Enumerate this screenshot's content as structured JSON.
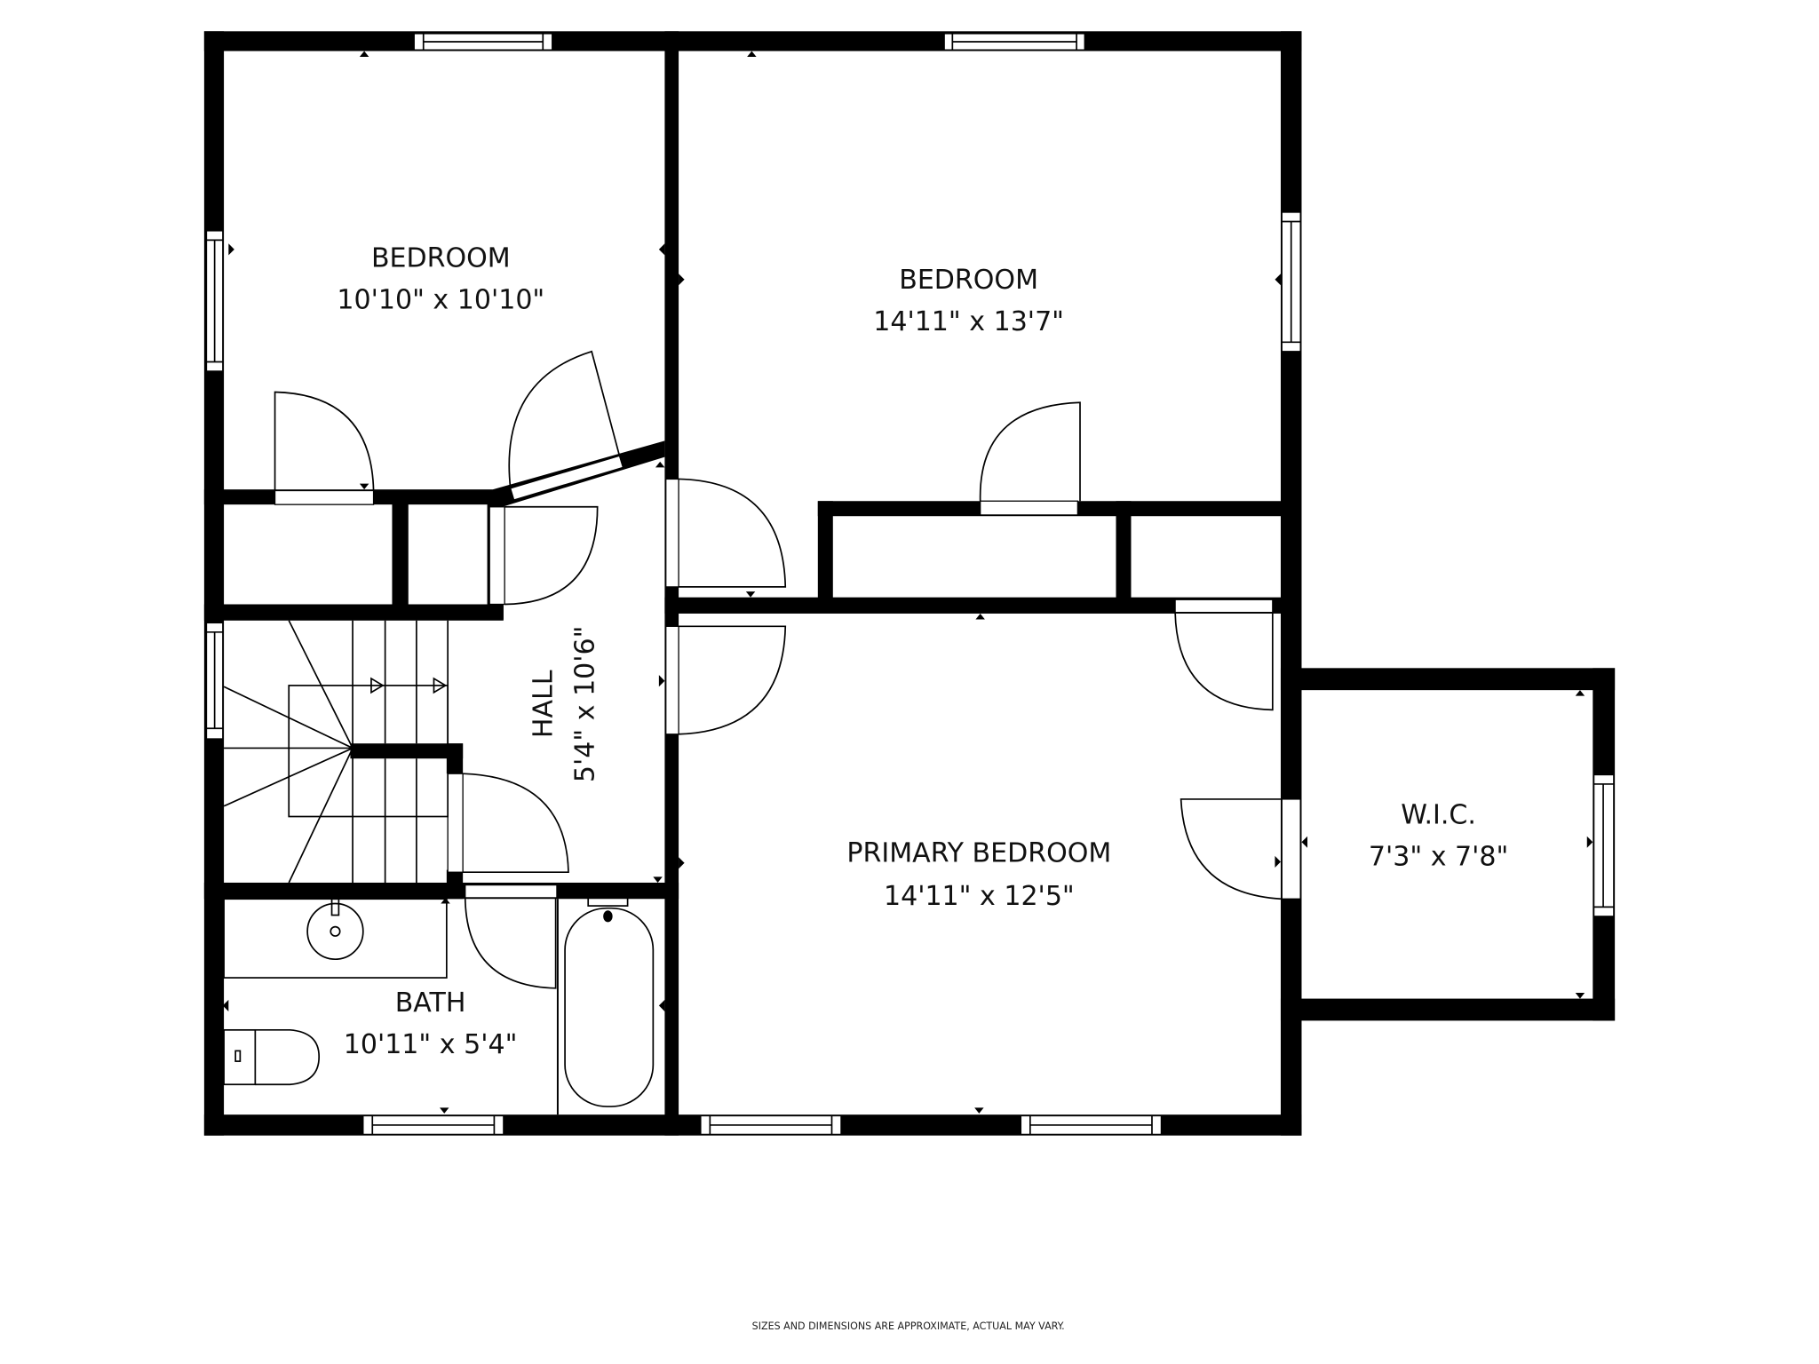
{
  "floorplan": {
    "rooms": [
      {
        "id": "bedroom-1",
        "name": "BEDROOM",
        "dimensions": "10'10\" x 10'10\""
      },
      {
        "id": "bedroom-2",
        "name": "BEDROOM",
        "dimensions": "14'11\" x 13'7\""
      },
      {
        "id": "hall",
        "name": "HALL",
        "dimensions": "5'4\" x 10'6\""
      },
      {
        "id": "primary-bedroom",
        "name": "PRIMARY BEDROOM",
        "dimensions": "14'11\" x 12'5\""
      },
      {
        "id": "wic",
        "name": "W.I.C.",
        "dimensions": "7'3\" x 7'8\""
      },
      {
        "id": "bath",
        "name": "BATH",
        "dimensions": "10'11\" x 5'4\""
      }
    ],
    "disclaimer": "SIZES AND DIMENSIONS ARE APPROXIMATE, ACTUAL MAY VARY.",
    "colors": {
      "wall": "#000000",
      "background": "#ffffff"
    }
  }
}
